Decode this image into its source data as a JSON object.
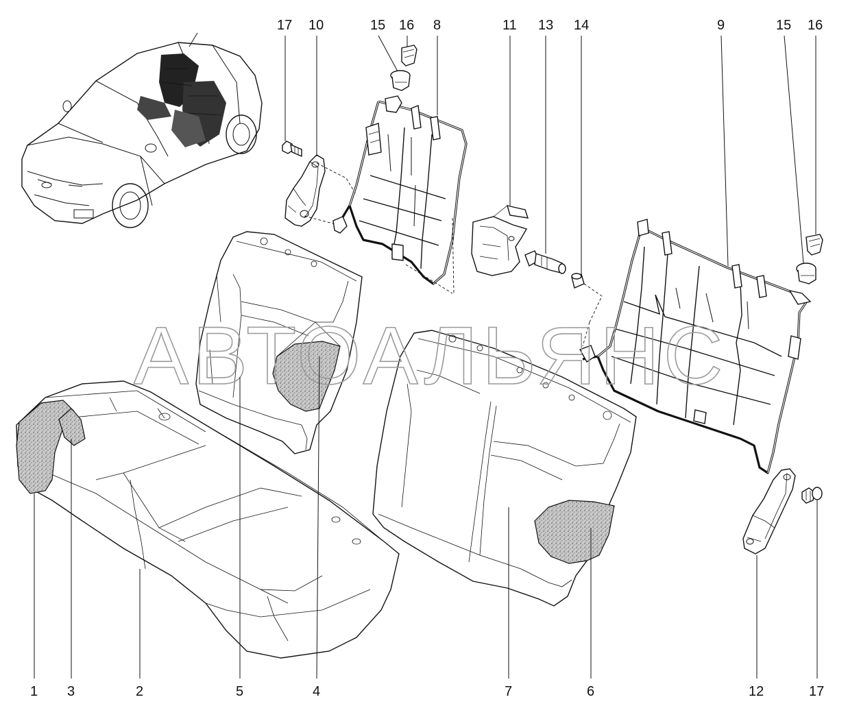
{
  "watermark": "АВТОАЛЬЯНС",
  "callouts": {
    "c1": "1",
    "c2": "2",
    "c3": "3",
    "c4": "4",
    "c5": "5",
    "c6": "6",
    "c7": "7",
    "c8": "8",
    "c9": "9",
    "c10": "10",
    "c11": "11",
    "c12": "12",
    "c13": "13",
    "c14": "14",
    "c15a": "15",
    "c15b": "15",
    "c16a": "16",
    "c16b": "16",
    "c17a": "17",
    "c17b": "17"
  },
  "colors": {
    "line": "#111111",
    "foam": "#bdbdbd",
    "watermark": "#9a9a9a",
    "background": "#ffffff"
  }
}
